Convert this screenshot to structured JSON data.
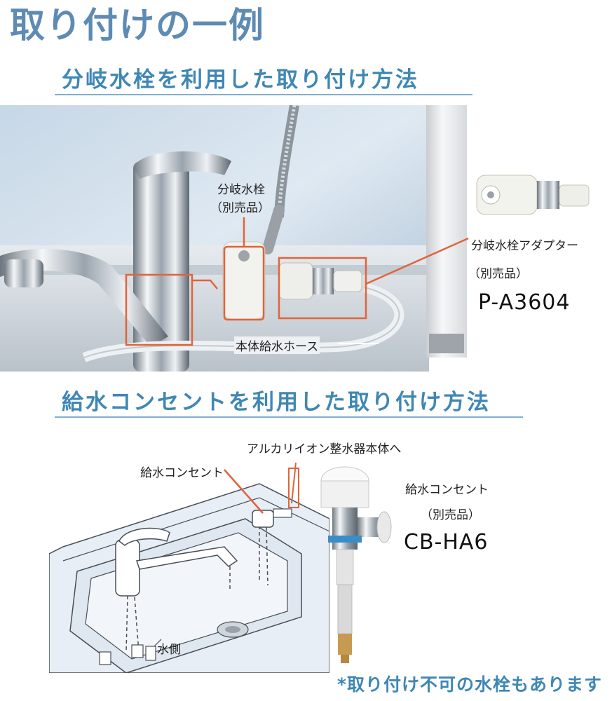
{
  "main_title": "取り付けの一例",
  "section1": {
    "title": "分岐水栓を利用した取り付け方法",
    "label_branch_faucet": "分岐水栓",
    "label_branch_faucet_sold": "（別売品）",
    "label_adapter": "分岐水栓アダプター",
    "label_adapter_sold": "（別売品）",
    "adapter_model": "P-A3604",
    "label_hose": "本体給水ホース"
  },
  "section2": {
    "title": "給水コンセントを利用した取り付け方法",
    "label_to_body": "アルカリイオン整水器本体へ",
    "label_outlet": "給水コンセント",
    "label_outlet_right": "給水コンセント",
    "label_outlet_sold": "（別売品）",
    "outlet_model": "CB-HA6",
    "label_water_side": "水側"
  },
  "footer_note": "*取り付け不可の水栓もあります",
  "colors": {
    "title": "#5e8bb3",
    "section_title": "#3f87b4",
    "callout": "#e0643a"
  }
}
